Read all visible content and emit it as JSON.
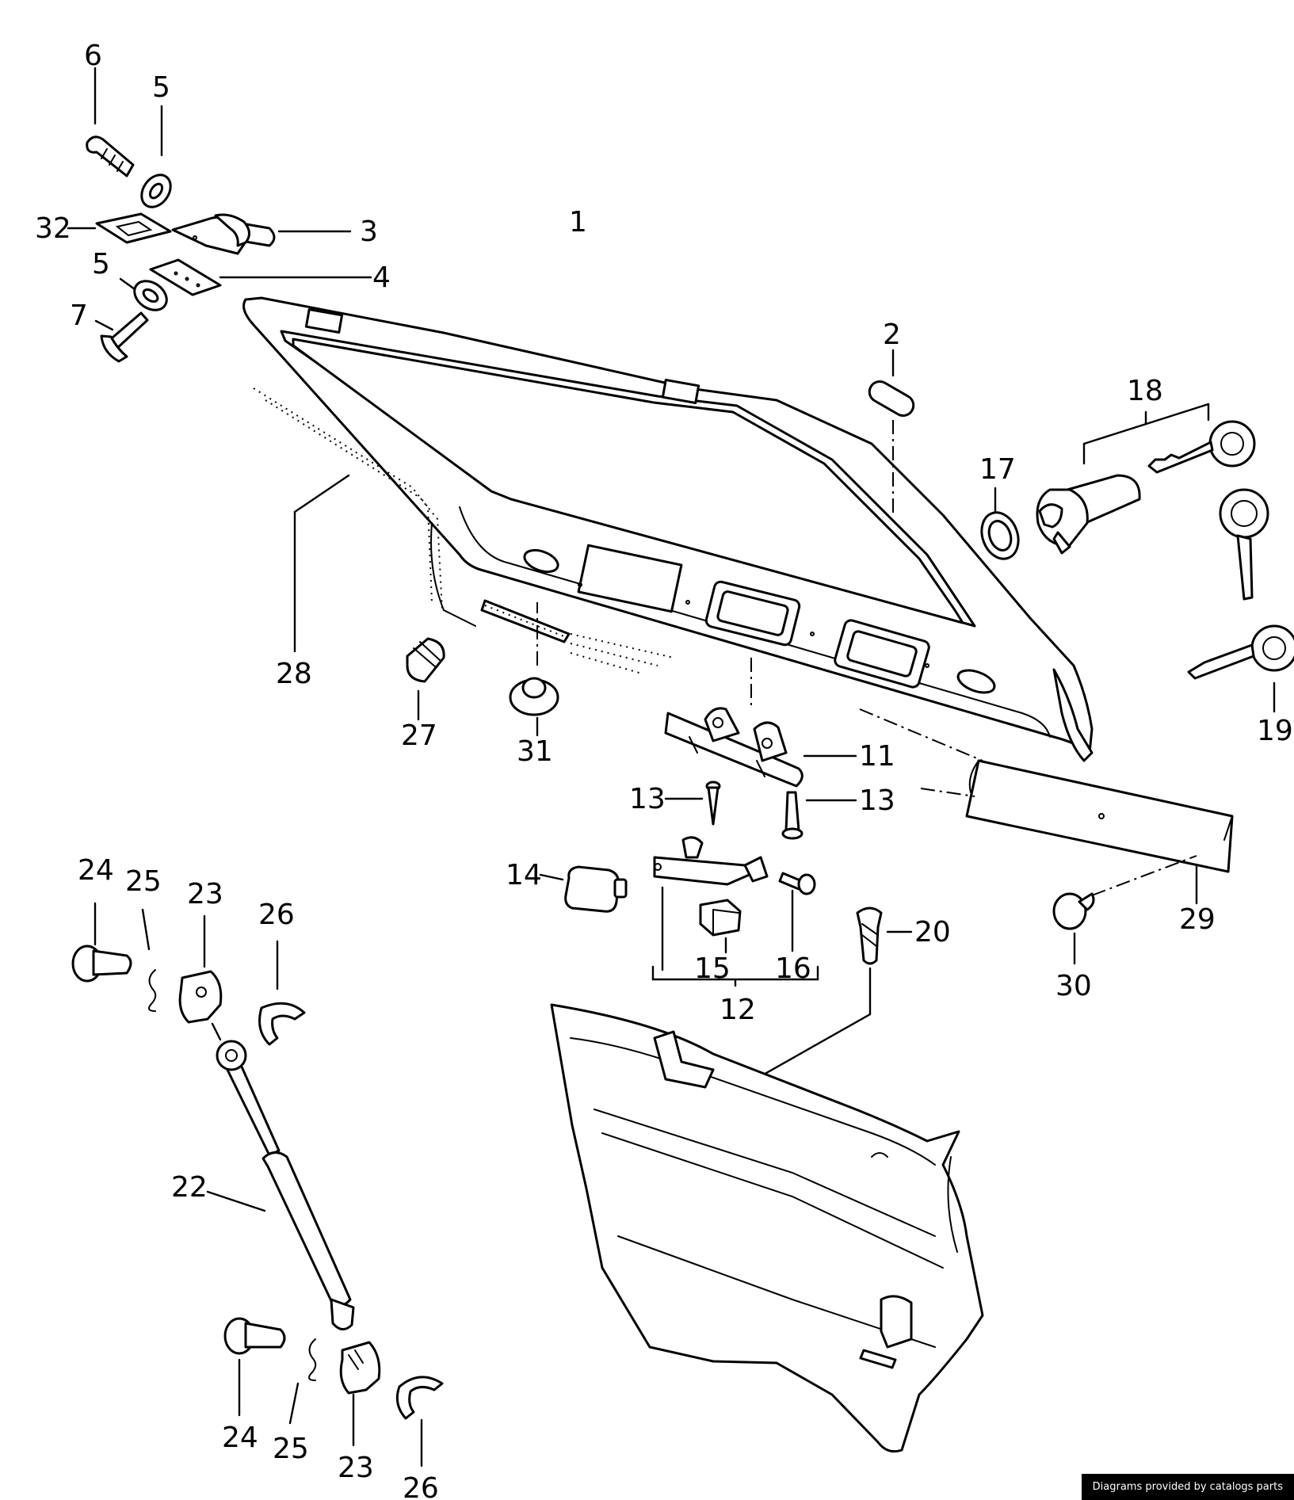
{
  "diagram": {
    "callouts": {
      "c1": "1",
      "c2": "2",
      "c3": "3",
      "c4": "4",
      "c5a": "5",
      "c5b": "5",
      "c6": "6",
      "c7": "7",
      "c11": "11",
      "c12": "12",
      "c13a": "13",
      "c13b": "13",
      "c14": "14",
      "c15": "15",
      "c16": "16",
      "c17": "17",
      "c18": "18",
      "c19": "19",
      "c20": "20",
      "c22": "22",
      "c23a": "23",
      "c23b": "23",
      "c24a": "24",
      "c24b": "24",
      "c25a": "25",
      "c25b": "25",
      "c26a": "26",
      "c26b": "26",
      "c27": "27",
      "c28": "28",
      "c29": "29",
      "c30": "30",
      "c31": "31",
      "c32": "32"
    }
  },
  "footer": {
    "credit": "Diagrams provided by catalogs parts"
  }
}
